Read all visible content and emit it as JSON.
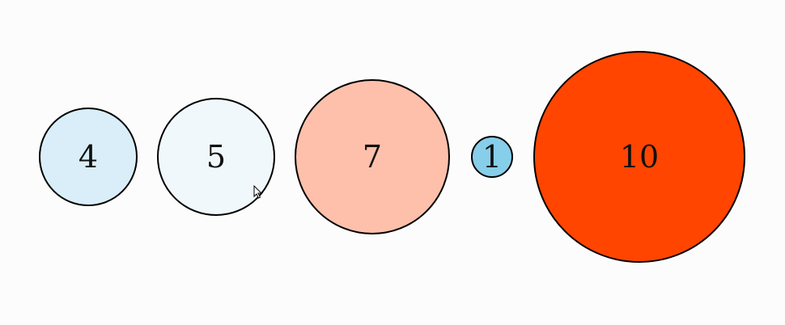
{
  "nodes": [
    {
      "label": "4",
      "value": 4,
      "color": "#d9eef8"
    },
    {
      "label": "5",
      "value": 5,
      "color": "#f0f8fc"
    },
    {
      "label": "7",
      "value": 7,
      "color": "#fec0aa"
    },
    {
      "label": "1",
      "value": 1,
      "color": "#87ceea"
    },
    {
      "label": "10",
      "value": 10,
      "color": "#ff4500"
    }
  ],
  "cursor_icon": "arrow-pointer"
}
